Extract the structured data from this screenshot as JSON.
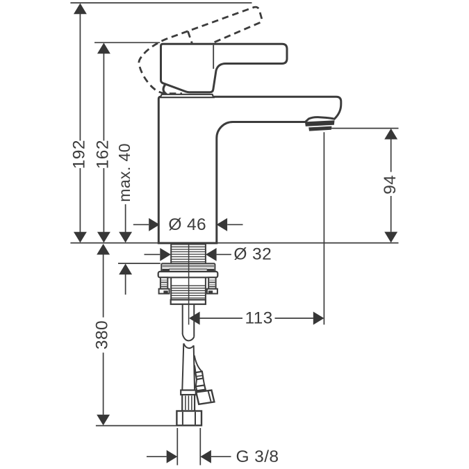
{
  "drawing": {
    "type": "technical-dimension-drawing",
    "subject": "single-lever basin mixer tap, side elevation with mounting shank and flexible supply hoses",
    "background_color": "#ffffff",
    "line_color": "#3c3c3c",
    "labels": {
      "total_height": "192",
      "body_height": "162",
      "max_mounting_thickness": "max. 40",
      "hose_length": "380",
      "spout_height": "94",
      "base_diameter": "Ø 46",
      "shank_diameter": "Ø 32",
      "spout_reach": "113",
      "hose_thread": "G 3/8"
    }
  }
}
